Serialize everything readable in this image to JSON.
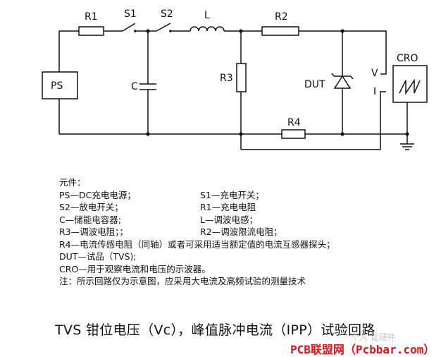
{
  "circuit": {
    "labels": {
      "r1": "R1",
      "s1": "S1",
      "s2": "S2",
      "l": "L",
      "r2": "R2",
      "ps": "PS",
      "c": "C",
      "r3": "R3",
      "dut": "DUT",
      "r4": "R4",
      "cro": "CRO",
      "v": "V",
      "i": "I"
    }
  },
  "legend": {
    "header": "元件：",
    "rows": [
      [
        "PS—DC充电电源；",
        "S1—充电开关；"
      ],
      [
        "S2—放电开关；",
        "R1—充电电阻"
      ],
      [
        "C—储能电容器;",
        "L—调波电感；"
      ],
      [
        "R3—调波电阻；；",
        "R2—调波限流电阻；"
      ]
    ],
    "lines": [
      "R4—电流传感电阻（同轴）或者可采用适当额定值的电流互感器探头；",
      "DUT—试品（TVS);",
      "CRO—用于观察电流和电压的示波器。",
      "注：所示回路仅为示意图，应采用大电流及高频试验的测量技术"
    ]
  },
  "caption": "TVS 钳位电压（Vc），峰值脉冲电流（IPP）试验回路",
  "watermark_faint": "个人 话硬件",
  "watermark": "PCB联盟网（Pcbbar.com）"
}
